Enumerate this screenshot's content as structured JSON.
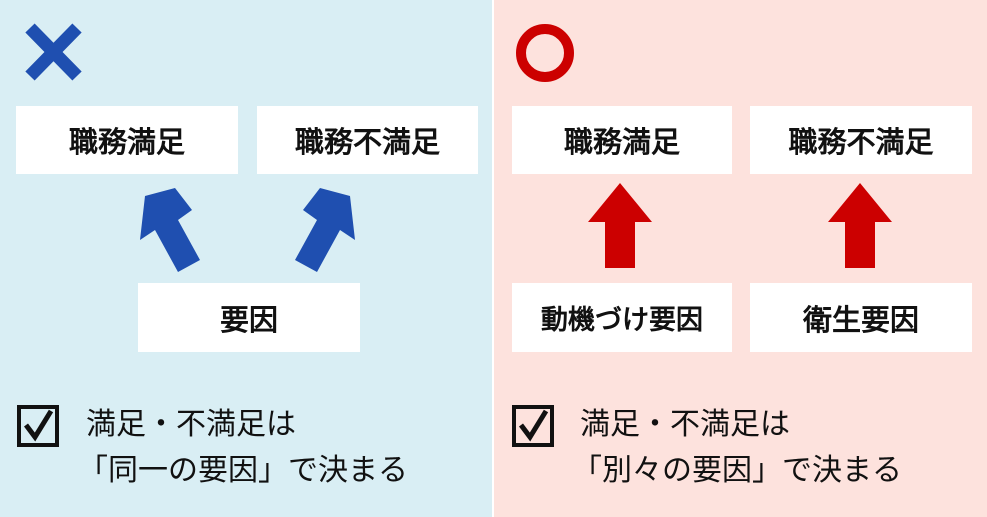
{
  "colors": {
    "wrong_bg": "#d9eef4",
    "right_bg": "#fde2dd",
    "blue": "#1f4fb0",
    "red": "#cc0000"
  },
  "wrong": {
    "mark_icon": "cross-icon",
    "top_boxes": [
      "職務満足",
      "職務不満足"
    ],
    "bottom_box": "要因",
    "note_line1": "満足・不満足は",
    "note_line2": "「同一の要因」で決まる"
  },
  "right": {
    "mark_icon": "circle-icon",
    "top_boxes": [
      "職務満足",
      "職務不満足"
    ],
    "bottom_boxes": [
      "動機づけ要因",
      "衛生要因"
    ],
    "note_line1": "満足・不満足は",
    "note_line2": "「別々の要因」で決まる"
  }
}
